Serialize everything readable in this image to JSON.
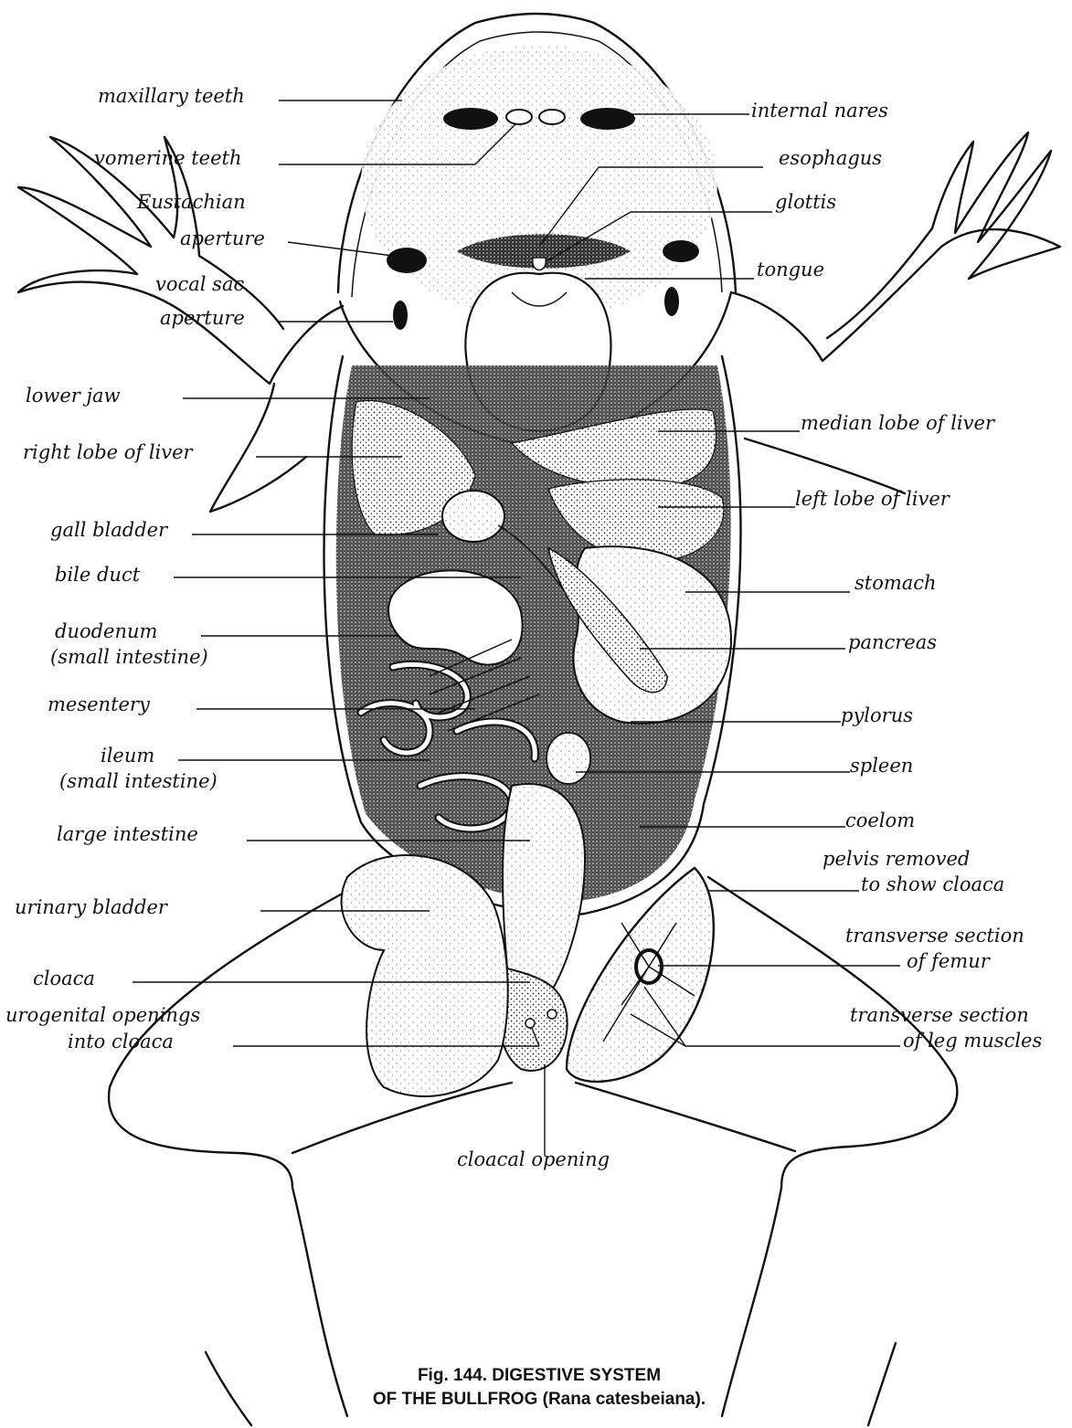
{
  "labels_left": [
    {
      "id": "maxillary-teeth",
      "text": "maxillary teeth"
    },
    {
      "id": "vomerine-teeth",
      "text": "vomerine teeth"
    },
    {
      "id": "eustachian-line1",
      "text": "Eustachian"
    },
    {
      "id": "eustachian-line2",
      "text": "aperture"
    },
    {
      "id": "vocal-sac-line1",
      "text": "vocal sac"
    },
    {
      "id": "vocal-sac-line2",
      "text": "aperture"
    },
    {
      "id": "lower-jaw",
      "text": "lower jaw"
    },
    {
      "id": "right-lobe-liver",
      "text": "right lobe of liver"
    },
    {
      "id": "gall-bladder",
      "text": "gall bladder"
    },
    {
      "id": "bile-duct",
      "text": "bile duct"
    },
    {
      "id": "duodenum-line1",
      "text": "duodenum"
    },
    {
      "id": "duodenum-line2",
      "text": "(small intestine)"
    },
    {
      "id": "mesentery",
      "text": "mesentery"
    },
    {
      "id": "ileum-line1",
      "text": "ileum"
    },
    {
      "id": "ileum-line2",
      "text": "(small intestine)"
    },
    {
      "id": "large-intestine",
      "text": "large intestine"
    },
    {
      "id": "urinary-bladder",
      "text": "urinary bladder"
    },
    {
      "id": "cloaca",
      "text": "cloaca"
    },
    {
      "id": "urogenital-line1",
      "text": "urogenital openings"
    },
    {
      "id": "urogenital-line2",
      "text": "into cloaca"
    }
  ],
  "labels_right": [
    {
      "id": "internal-nares",
      "text": "internal nares"
    },
    {
      "id": "esophagus",
      "text": "esophagus"
    },
    {
      "id": "glottis",
      "text": "glottis"
    },
    {
      "id": "tongue",
      "text": "tongue"
    },
    {
      "id": "median-lobe-liver",
      "text": "median lobe of liver"
    },
    {
      "id": "left-lobe-liver",
      "text": "left lobe of liver"
    },
    {
      "id": "stomach",
      "text": "stomach"
    },
    {
      "id": "pancreas",
      "text": "pancreas"
    },
    {
      "id": "pylorus",
      "text": "pylorus"
    },
    {
      "id": "spleen",
      "text": "spleen"
    },
    {
      "id": "coelom",
      "text": "coelom"
    },
    {
      "id": "pelvis-line1",
      "text": "pelvis removed"
    },
    {
      "id": "pelvis-line2",
      "text": "to show cloaca"
    },
    {
      "id": "femur-line1",
      "text": "transverse section"
    },
    {
      "id": "femur-line2",
      "text": "of femur"
    },
    {
      "id": "legmuscle-line1",
      "text": "transverse section"
    },
    {
      "id": "legmuscle-line2",
      "text": "of leg muscles"
    }
  ],
  "label_bottom": {
    "id": "cloacal-opening",
    "text": "cloacal opening"
  },
  "caption": {
    "line1": "Fig. 144.  DIGESTIVE SYSTEM",
    "line2": "OF THE BULLFROG (Rana catesbeiana)."
  }
}
